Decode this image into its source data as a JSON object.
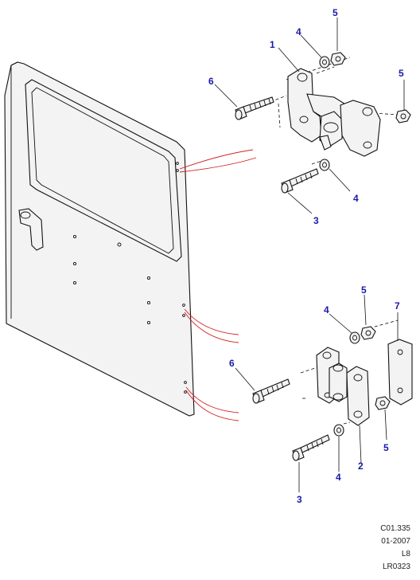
{
  "callouts": [
    "1",
    "2",
    "3",
    "3",
    "4",
    "4",
    "4",
    "4",
    "5",
    "5",
    "5",
    "5",
    "6",
    "6",
    "7"
  ],
  "reference_codes": [
    "C01.335",
    "01-2007",
    "L8",
    "LR0323"
  ],
  "colors": {
    "callout_text": "#1a1aa6",
    "highlight_lines": "#d42020",
    "outline": "#111111"
  }
}
